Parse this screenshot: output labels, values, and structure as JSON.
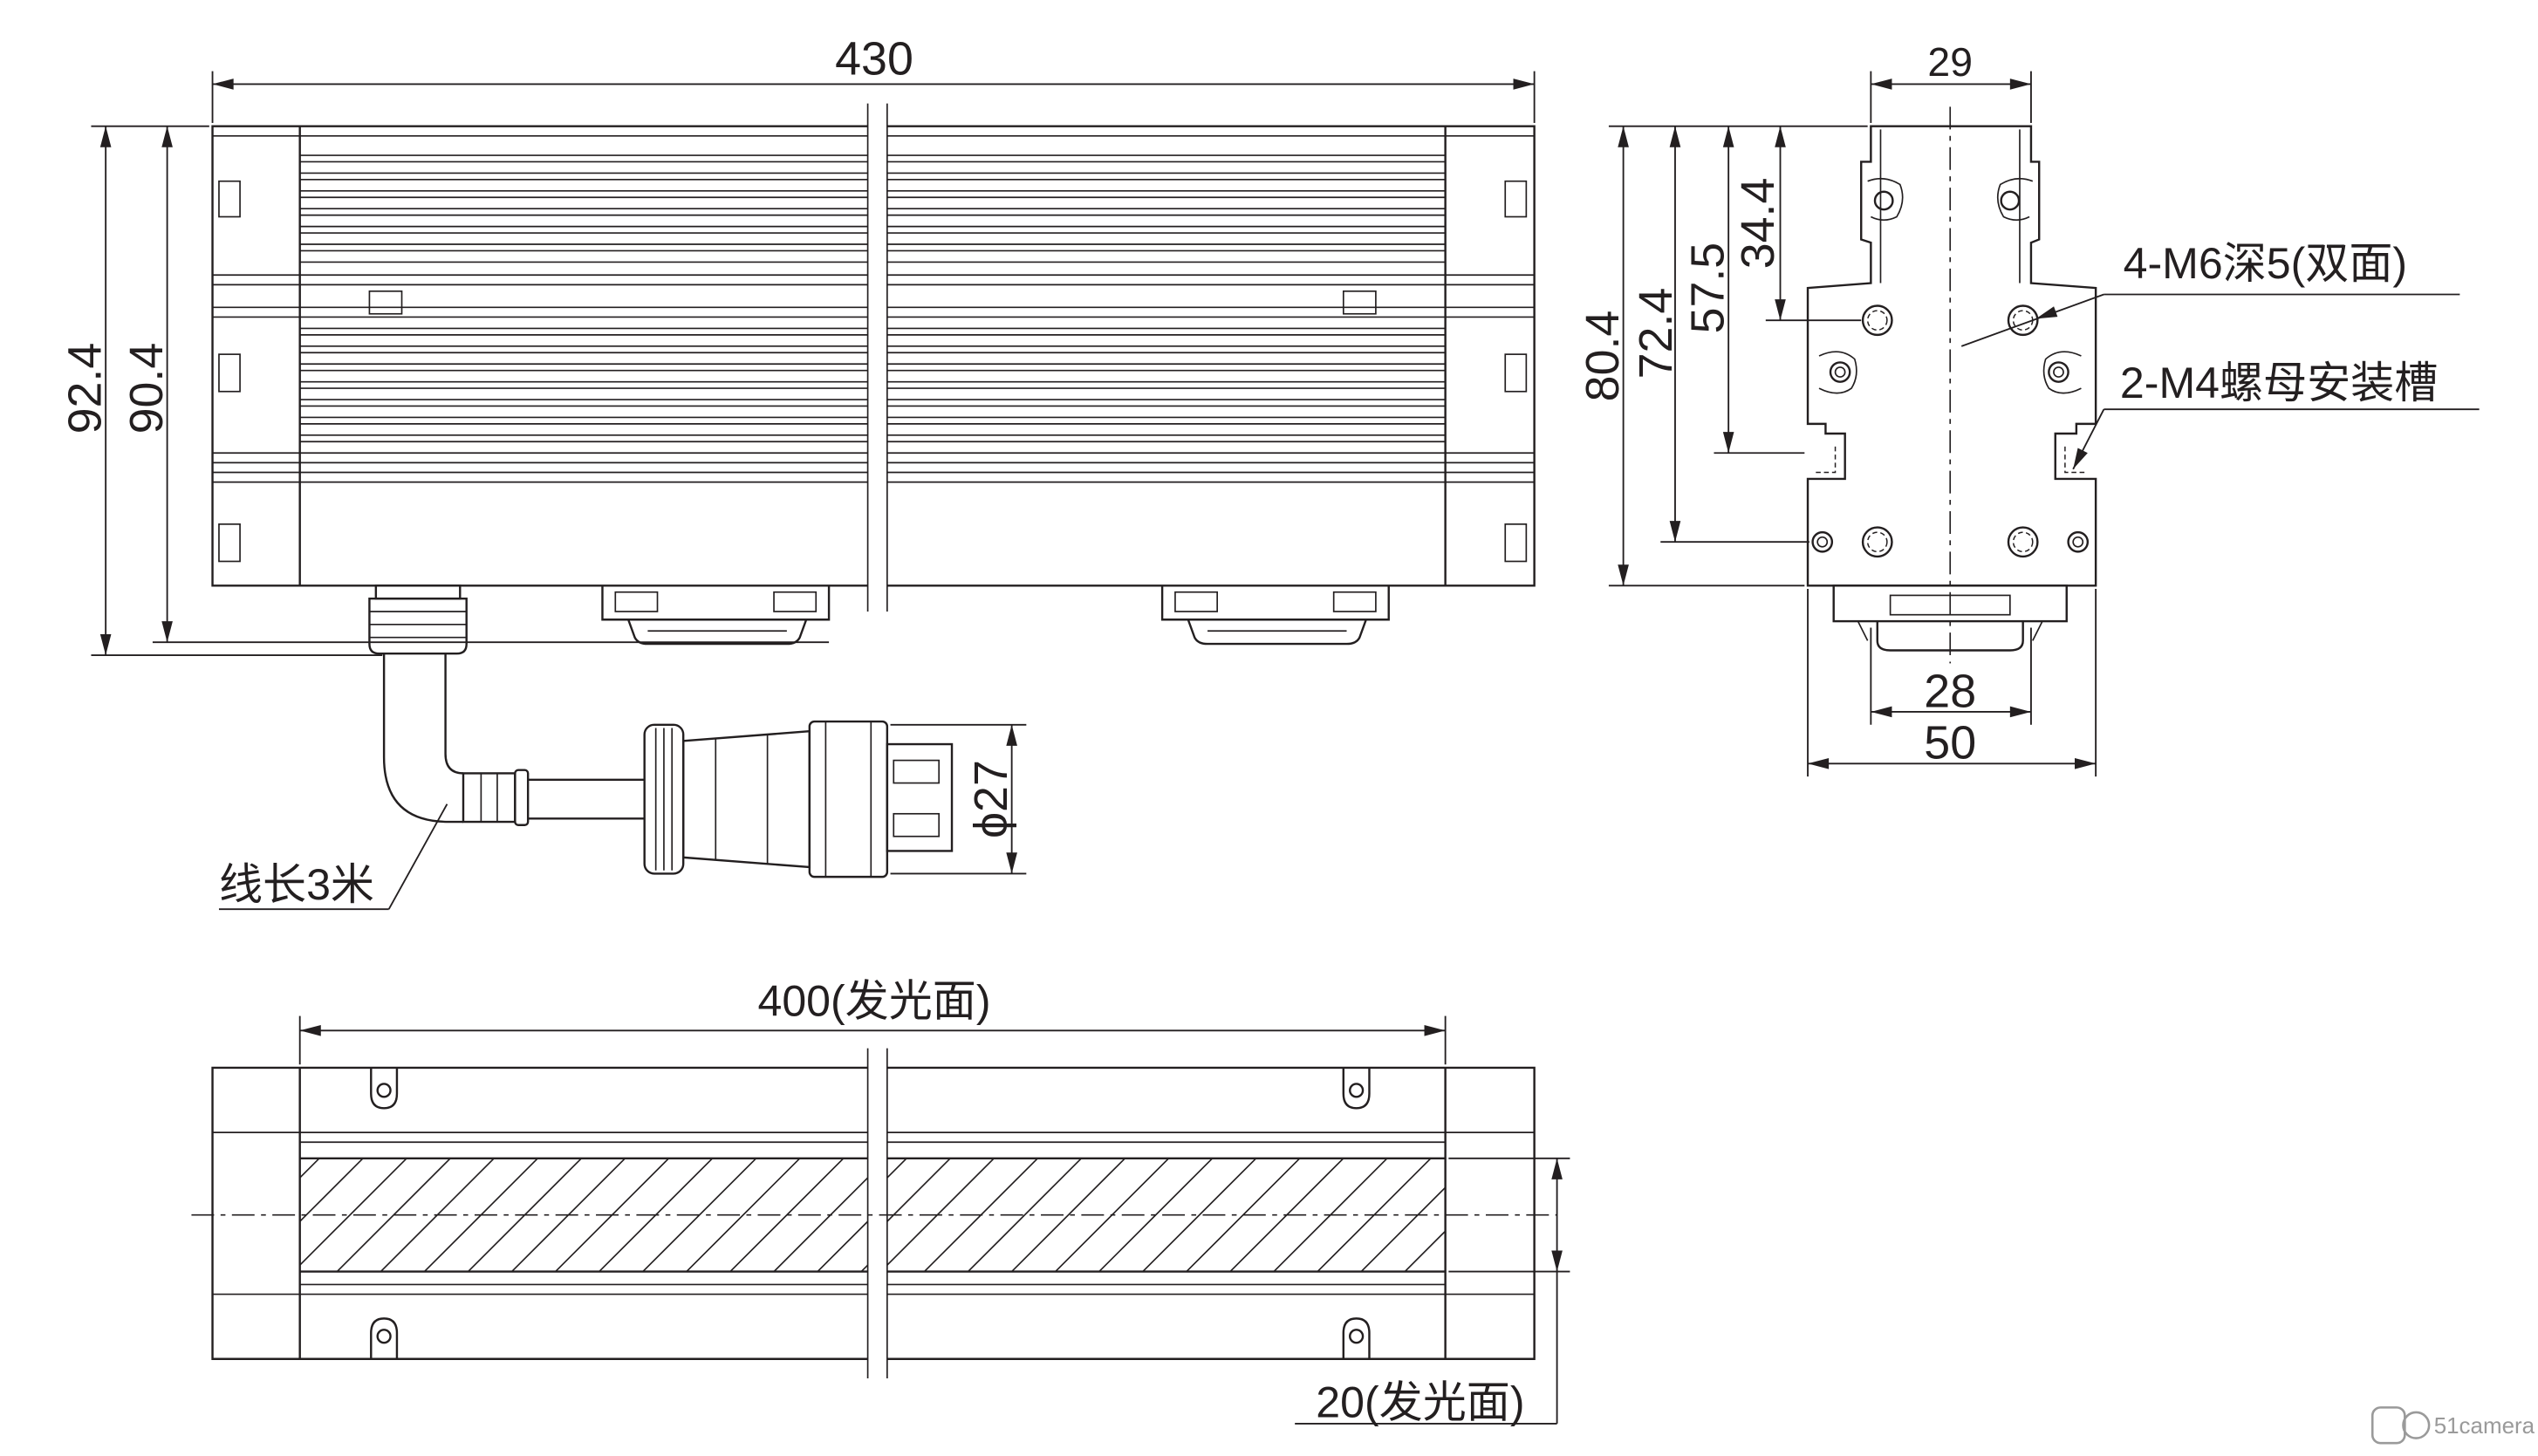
{
  "front_view": {
    "dims": {
      "length": "430",
      "overall_height": "92.4",
      "body_height": "90.4",
      "connector_diameter": "ϕ27"
    },
    "notes": {
      "cable_length": "线长3米"
    }
  },
  "side_view": {
    "dims": {
      "top_width": "29",
      "height_80_4": "80.4",
      "height_72_4": "72.4",
      "height_57_5": "57.5",
      "height_34_4": "34.4",
      "hole_spacing": "28",
      "base_width": "50"
    },
    "notes": {
      "threaded_holes": "4-M6深5(双面)",
      "nut_slots": "2-M4螺母安装槽"
    }
  },
  "bottom_view": {
    "dims": {
      "emitting_length": "400(发光面)",
      "emitting_width": "20(发光面)"
    }
  },
  "watermark": {
    "logo_text": "51camera"
  },
  "colors": {
    "line": "#231f20",
    "background": "#ffffff",
    "watermark": "#9a9a9a"
  }
}
